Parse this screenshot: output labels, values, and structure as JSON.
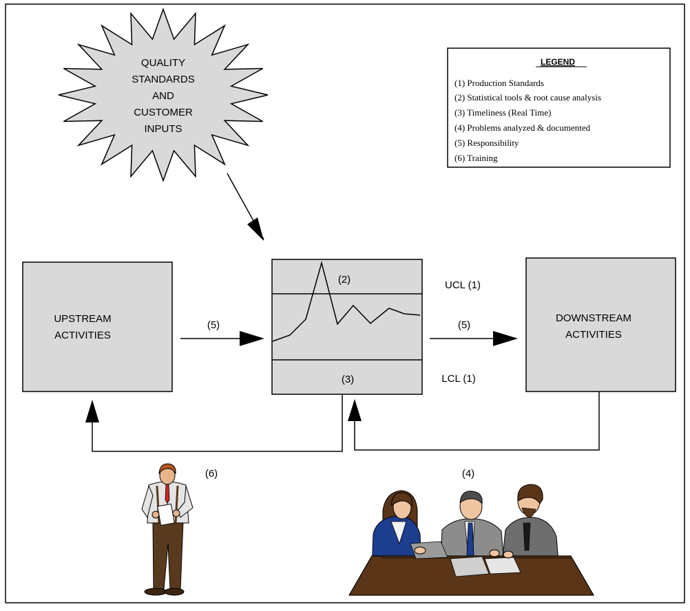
{
  "starburst": {
    "lines": [
      "QUALITY",
      "STANDARDS",
      "AND",
      "CUSTOMER",
      "INPUTS"
    ]
  },
  "legend": {
    "title": "LEGEND",
    "items": [
      "(1)  Production Standards",
      "(2)  Statistical tools & root cause analysis",
      "(3)  Timeliness (Real Time)",
      "(4)  Problems analyzed & documented",
      "(5)  Responsibility",
      "(6)  Training"
    ]
  },
  "upstream": {
    "lines": [
      "UPSTREAM",
      "ACTIVITIES"
    ]
  },
  "downstream": {
    "lines": [
      "DOWNSTREAM",
      "ACTIVITIES"
    ]
  },
  "control_chart": {
    "top_label": "(2)",
    "bottom_label": "(3)",
    "ucl": "UCL (1)",
    "lcl": "LCL (1)"
  },
  "arrows": {
    "upstream_to_chart": "(5)",
    "chart_to_downstream": "(5)"
  },
  "feedback": {
    "training": "(6)",
    "problems": "(4)"
  },
  "colors": {
    "box_fill": "#d9d9d9",
    "stroke": "#000000",
    "suit_blue": "#1d3d8f",
    "suit_gray": "#8c8c8c",
    "table_brown": "#5a3518"
  }
}
